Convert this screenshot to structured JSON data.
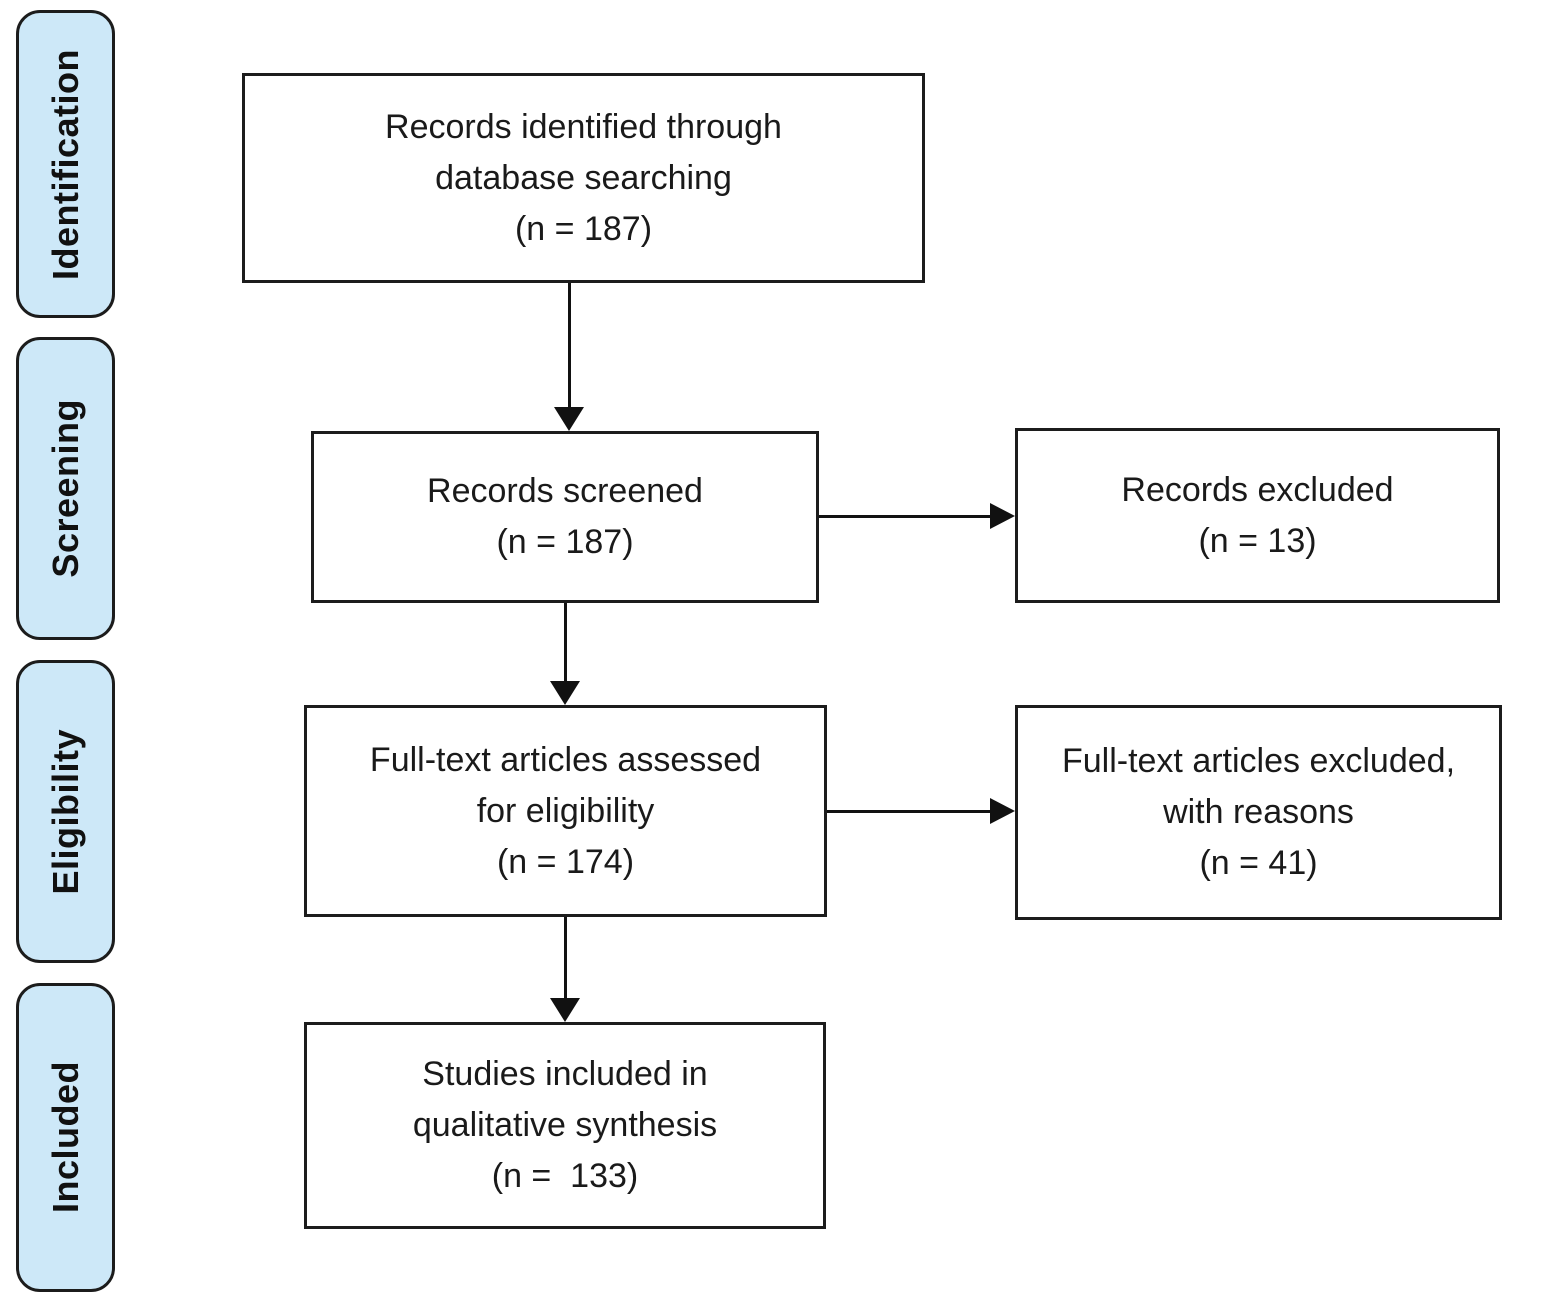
{
  "colors": {
    "stage_fill": "#cde8f8",
    "box_border": "#1c1c1c",
    "arrow": "#111111",
    "text": "#1a1a1a"
  },
  "sidebar": {
    "stages": [
      {
        "label": "Identification"
      },
      {
        "label": "Screening"
      },
      {
        "label": "Eligibility"
      },
      {
        "label": "Included"
      }
    ]
  },
  "flow": {
    "identified": {
      "lines": [
        "Records identified through",
        "database searching",
        "(n = 187)"
      ]
    },
    "screened": {
      "lines": [
        "Records screened",
        "(n = 187)"
      ]
    },
    "records_excluded": {
      "lines": [
        "Records excluded",
        "(n = 13)"
      ]
    },
    "fulltext_assessed": {
      "lines": [
        "Full-text articles assessed",
        "for eligibility",
        "(n = 174)"
      ]
    },
    "fulltext_excluded": {
      "lines": [
        "Full-text articles excluded,",
        "with reasons",
        "(n = 41)"
      ]
    },
    "included": {
      "lines": [
        "Studies included in",
        "qualitative synthesis",
        "(n =  133)"
      ]
    }
  }
}
